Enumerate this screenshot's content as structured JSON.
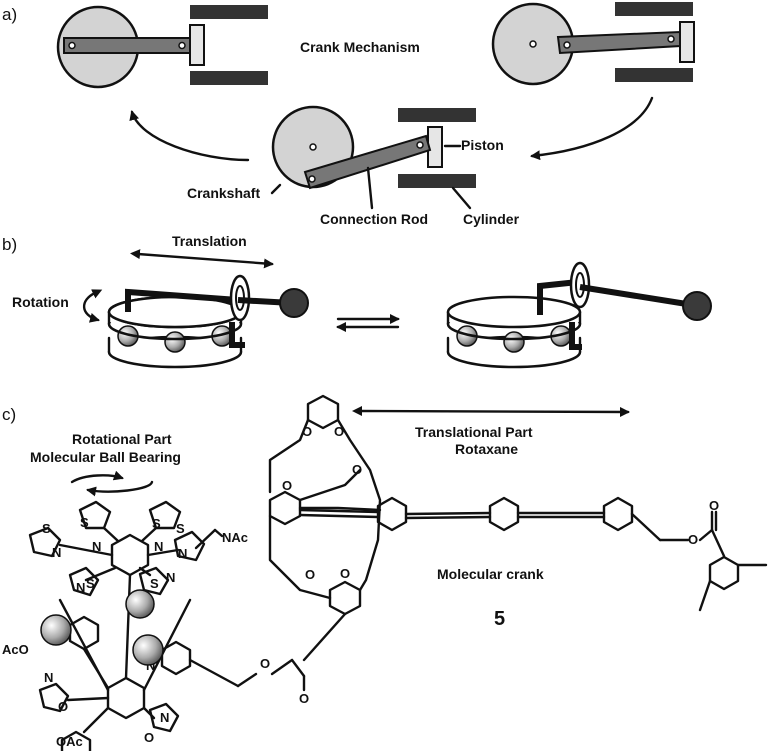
{
  "panels": {
    "a": "a)",
    "b": "b)",
    "c": "c)"
  },
  "panel_a": {
    "title": "Crank Mechanism",
    "crankshaft": "Crankshaft",
    "connection_rod": "Connection Rod",
    "piston": "Piston",
    "cylinder": "Cylinder"
  },
  "panel_b": {
    "translation": "Translation",
    "rotation": "Rotation"
  },
  "panel_c": {
    "rotational_part_line1": "Rotational Part",
    "rotational_part_line2": "Molecular Ball Bearing",
    "translational_part_line1": "Translational Part",
    "translational_part_line2": "Rotaxane",
    "molecule_name": "Molecular crank",
    "compound_number": "5",
    "atoms": {
      "s": "S",
      "n": "N",
      "o": "O",
      "nac": "NAc",
      "aco": "AcO",
      "oac": "OAc"
    }
  },
  "colors": {
    "wheel_fill": "#d3d3d3",
    "rod_fill": "#777777",
    "dark_ball": "#3a3a3a",
    "outline": "#111111"
  }
}
